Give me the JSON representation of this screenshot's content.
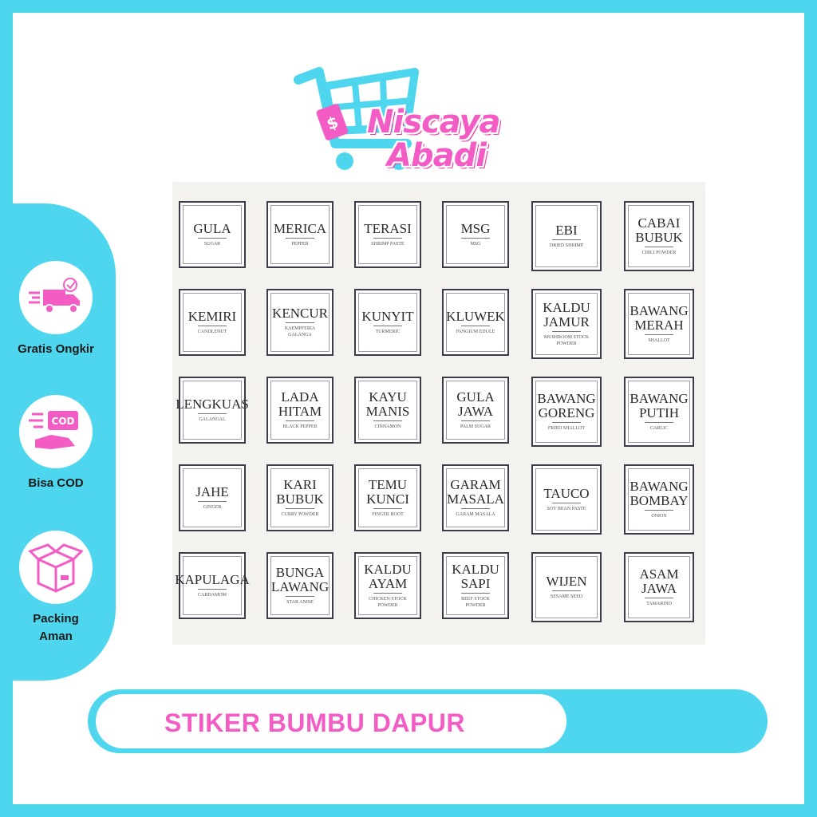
{
  "brand": {
    "line1": "Niscaya",
    "line2": "Abadi"
  },
  "colors": {
    "accent": "#4dd6ee",
    "brand_pink": "#f25cc4"
  },
  "features": [
    {
      "label": "Gratis Ongkir",
      "icon": "delivery-truck-icon"
    },
    {
      "label": "Bisa COD",
      "icon": "cod-payment-icon"
    },
    {
      "label": "Packing\nAman",
      "icon": "package-box-icon"
    }
  ],
  "stickers": [
    [
      {
        "name": "GULA",
        "sub": "SUGAR"
      },
      {
        "name": "MERICA",
        "sub": "PEPPER"
      },
      {
        "name": "TERASI",
        "sub": "SHRIMP PASTE"
      },
      {
        "name": "MSG",
        "sub": "MSG"
      },
      {
        "name": "EBI",
        "sub": "DRIED SHRIMP"
      },
      {
        "name": "CABAI\nBUBUK",
        "sub": "CHILI POWDER"
      }
    ],
    [
      {
        "name": "KEMIRI",
        "sub": "CANDLENUT"
      },
      {
        "name": "KENCUR",
        "sub": "KAEMPFERIA\nGALANGA"
      },
      {
        "name": "KUNYIT",
        "sub": "TURMERIC"
      },
      {
        "name": "KLUWEK",
        "sub": "PANGIUM EDULE"
      },
      {
        "name": "KALDU\nJAMUR",
        "sub": "MUSHROOM STOCK\nPOWDER"
      },
      {
        "name": "BAWANG\nMERAH",
        "sub": "SHALLOT"
      }
    ],
    [
      {
        "name": "LENGKUAS",
        "sub": "GALANGAL"
      },
      {
        "name": "LADA\nHITAM",
        "sub": "BLACK PEPPER"
      },
      {
        "name": "KAYU\nMANIS",
        "sub": "CINNAMON"
      },
      {
        "name": "GULA\nJAWA",
        "sub": "PALM SUGAR"
      },
      {
        "name": "BAWANG\nGORENG",
        "sub": "FRIED SHALLOT"
      },
      {
        "name": "BAWANG\nPUTIH",
        "sub": "GARLIC"
      }
    ],
    [
      {
        "name": "JAHE",
        "sub": "GINGER"
      },
      {
        "name": "KARI\nBUBUK",
        "sub": "CURRY POWDER"
      },
      {
        "name": "TEMU\nKUNCI",
        "sub": "FINGER ROOT"
      },
      {
        "name": "GARAM\nMASALA",
        "sub": "GARAM MASALA"
      },
      {
        "name": "TAUCO",
        "sub": "SOY BEAN PASTE"
      },
      {
        "name": "BAWANG\nBOMBAY",
        "sub": "ONION"
      }
    ],
    [
      {
        "name": "KAPULAGA",
        "sub": "CARDAMOM"
      },
      {
        "name": "BUNGA\nLAWANG",
        "sub": "STAR ANISE"
      },
      {
        "name": "KALDU\nAYAM",
        "sub": "CHICKEN STOCK\nPOWDER"
      },
      {
        "name": "KALDU\nSAPI",
        "sub": "BEEF STOCK\nPOWDER"
      },
      {
        "name": "WIJEN",
        "sub": "SESAME SEED"
      },
      {
        "name": "ASAM\nJAWA",
        "sub": "TAMARIND"
      }
    ]
  ],
  "title": "STIKER BUMBU DAPUR"
}
